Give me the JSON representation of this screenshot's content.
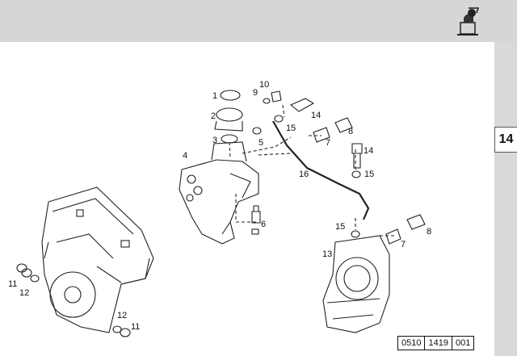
{
  "section_tab": "14",
  "callouts": {
    "c1": "1",
    "c2": "2",
    "c3": "3",
    "c4": "4",
    "c5": "5",
    "c6": "6",
    "c7a": "7",
    "c7b": "7",
    "c8a": "8",
    "c8b": "8",
    "c9": "9",
    "c10": "10",
    "c11a": "11",
    "c11b": "11",
    "c12a": "12",
    "c12b": "12",
    "c13": "13",
    "c14a": "14",
    "c14b": "14",
    "c15a": "15",
    "c15b": "15",
    "c15c": "15",
    "c16": "16"
  },
  "reference": {
    "part1": "0510",
    "part2": "1419",
    "part3": "001"
  },
  "icons": {
    "header": "oil-can-icon"
  }
}
